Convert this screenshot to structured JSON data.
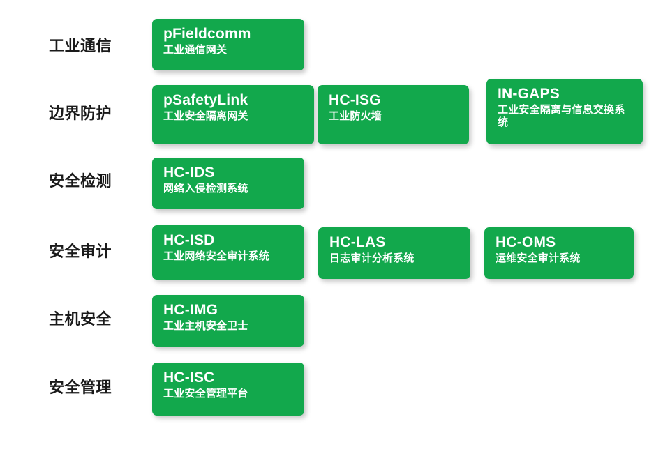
{
  "diagram": {
    "type": "product-matrix",
    "background_color": "#ffffff",
    "card_color": "#12a84c",
    "card_text_color": "#ffffff",
    "label_text_color": "#1a1a1a",
    "rows": [
      {
        "label": "工业通信",
        "cards": [
          {
            "title": "pFieldcomm",
            "subtitle": "工业通信网关"
          }
        ]
      },
      {
        "label": "边界防护",
        "cards": [
          {
            "title": "pSafetyLink",
            "subtitle": "工业安全隔离网关"
          },
          {
            "title": "HC-ISG",
            "subtitle": "工业防火墙"
          },
          {
            "title": "IN-GAPS",
            "subtitle": "工业安全隔离与信息交换系统"
          }
        ]
      },
      {
        "label": "安全检测",
        "cards": [
          {
            "title": "HC-IDS",
            "subtitle": "网络入侵检测系统"
          }
        ]
      },
      {
        "label": "安全审计",
        "cards": [
          {
            "title": "HC-ISD",
            "subtitle": "工业网络安全审计系统"
          },
          {
            "title": "HC-LAS",
            "subtitle": "日志审计分析系统"
          },
          {
            "title": "HC-OMS",
            "subtitle": "运维安全审计系统"
          }
        ]
      },
      {
        "label": "主机安全",
        "cards": [
          {
            "title": "HC-IMG",
            "subtitle": "工业主机安全卫士"
          }
        ]
      },
      {
        "label": "安全管理",
        "cards": [
          {
            "title": "HC-ISC",
            "subtitle": "工业安全管理平台"
          }
        ]
      }
    ]
  }
}
